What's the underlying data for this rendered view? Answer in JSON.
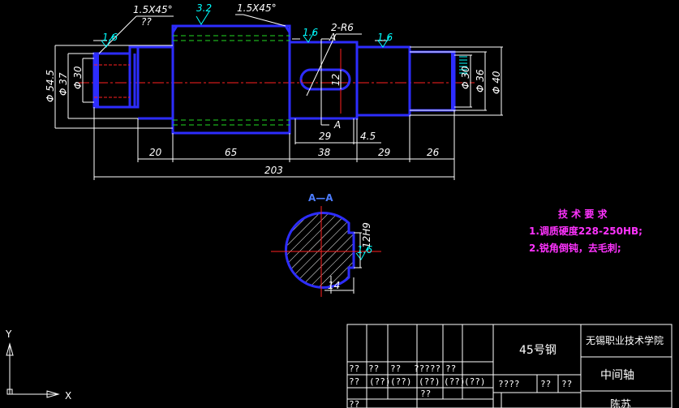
{
  "drawing": {
    "chamfer_left": "1.5X45°",
    "chamfer_left_sub": "??",
    "chamfer_right": "1.5X45°",
    "roughness_top": "3.2",
    "roughness_1": "1.6",
    "roughness_2": "1.6",
    "roughness_3": "1.6",
    "roughness_key": "1.6",
    "radius_callout": "2-R6",
    "section_mark_top": "A",
    "section_mark_bottom": "A",
    "dia_left_outer": "Φ 54.5",
    "dia_left_mid": "Φ 37",
    "dia_left_inner": "Φ 30",
    "dia_right_1": "Φ 30",
    "dia_right_2": "Φ 36",
    "dia_right_3": "Φ 40",
    "keyway_width": "12",
    "len_20": "20",
    "len_65": "65",
    "len_38": "38",
    "len_29a": "29",
    "len_4_5": "4.5",
    "len_29b": "29",
    "len_26": "26",
    "len_total": "203",
    "section_title": "A—A",
    "key_dim": "12H9",
    "key_depth": "14"
  },
  "notes": {
    "title": "技 术 要 求",
    "line1": "1.调质硬度228-250HB;",
    "line2": "2.锐角倒钝，去毛刺;"
  },
  "titleblock": {
    "material": "45号钢",
    "school": "无锡职业技术学院",
    "part_name": "中间轴",
    "bottom_right": "陈苏",
    "r1c1": "??",
    "r1c2": "??",
    "r1c3": "??",
    "r1c4": "?????",
    "r1c5": "??",
    "r2c1": "??",
    "r2c2": "(??)",
    "r2c3": "(??)",
    "r2c4": "(??)",
    "r2c5": "(??)",
    "r2c6": "(??)",
    "r3c4": "??",
    "r4c1": "??",
    "scale_label": "????",
    "qty": "??",
    "sheet": "??"
  },
  "ucs": {
    "x_label": "X",
    "y_label": "Y"
  }
}
